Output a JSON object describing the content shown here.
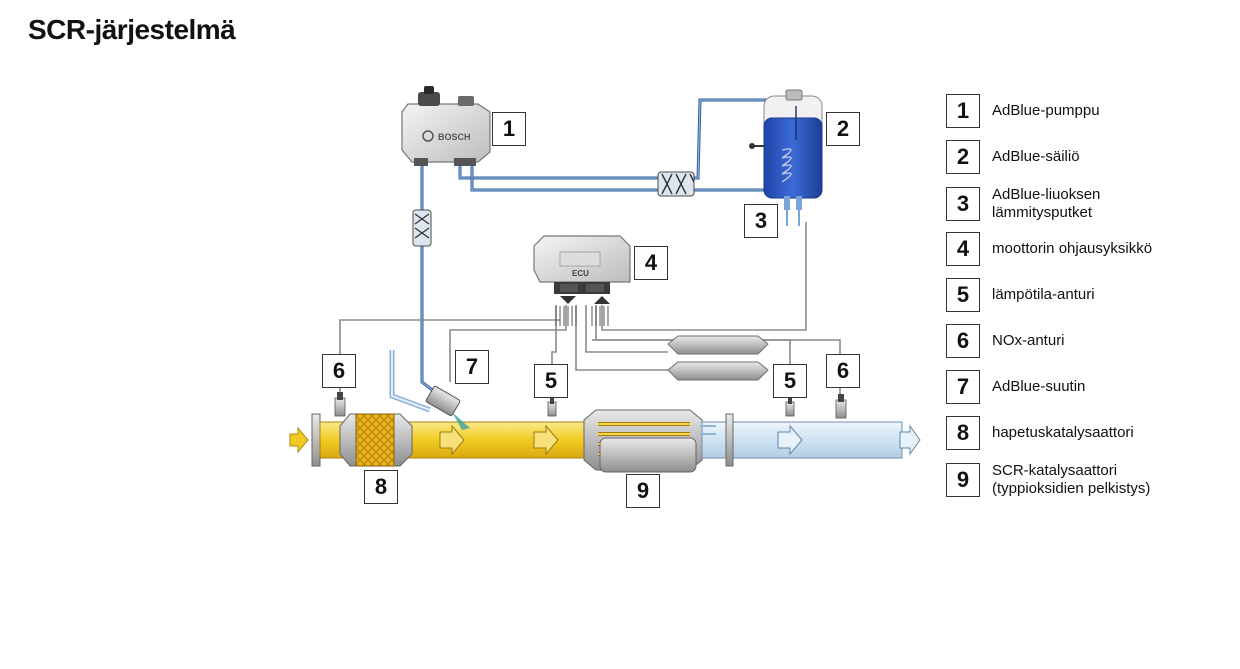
{
  "title": "SCR-järjestelmä",
  "components": {
    "pump_brand": "BOSCH",
    "ecu_label": "ECU"
  },
  "callouts": {
    "pump": "1",
    "tank": "2",
    "heater": "3",
    "ecu": "4",
    "temp_sensor_mid": "5",
    "temp_sensor_right": "5",
    "nox_left": "6",
    "nox_right": "6",
    "injector": "7",
    "oxicat": "8",
    "scrcat": "9"
  },
  "legend": [
    {
      "num": "1",
      "text": "AdBlue-pumppu"
    },
    {
      "num": "2",
      "text": "AdBlue-säiliö"
    },
    {
      "num": "3",
      "text": "AdBlue-liuoksen\nlämmitysputket"
    },
    {
      "num": "4",
      "text": "moottorin ohjausyksikkö"
    },
    {
      "num": "5",
      "text": "lämpötila-anturi"
    },
    {
      "num": "6",
      "text": "NOx-anturi"
    },
    {
      "num": "7",
      "text": "AdBlue-suutin"
    },
    {
      "num": "8",
      "text": "hapetuskatalysaattori"
    },
    {
      "num": "9",
      "text": "SCR-katalysaattori\n(typpioksidien pelkistys)"
    }
  ],
  "colors": {
    "exhaust_hot": "#f3d23a",
    "exhaust_clean": "#cfe3f3",
    "adblue_line": "#2f5f9a",
    "tank_fluid": "#2d5bc4",
    "metal": "#b9b9b9"
  }
}
